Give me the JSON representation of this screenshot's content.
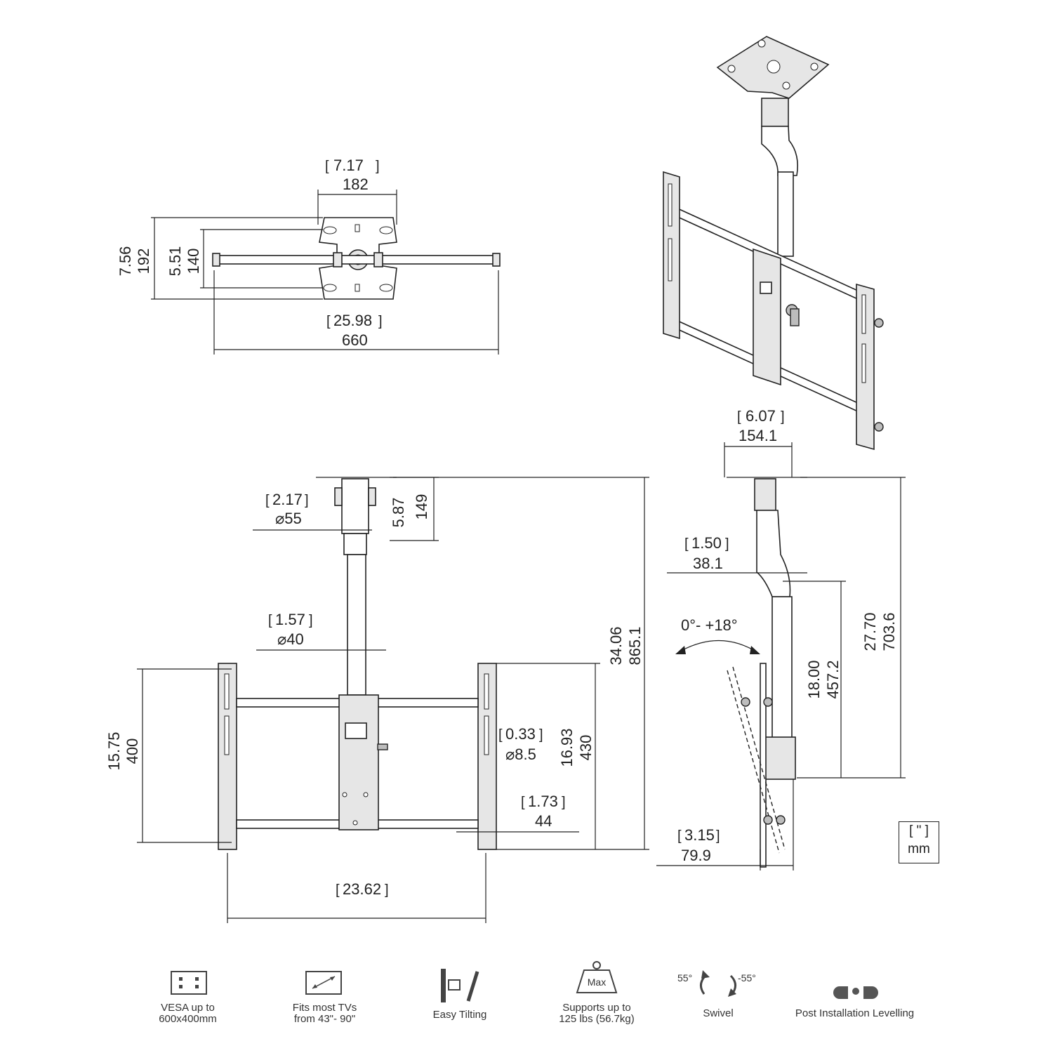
{
  "top_view": {
    "width_in": "7.17",
    "width_mm": "182",
    "height_in": "7.56",
    "height_mm": "192",
    "inner_in": "5.51",
    "inner_mm": "140",
    "rail_in": "25.98",
    "rail_mm": "660"
  },
  "front_view": {
    "pipe_top_in": "2.17",
    "pipe_top_mm": "⌀55",
    "drop_in": "5.87",
    "drop_mm": "149",
    "pipe_in": "1.57",
    "pipe_mm": "⌀40",
    "total_in": "34.06",
    "total_mm": "865.1",
    "vesa_h_in": "15.75",
    "vesa_h_mm": "400",
    "hole_in": "0.33",
    "hole_mm": "⌀8.5",
    "bracket_in": "16.93",
    "bracket_mm": "430",
    "depth_in": "1.73",
    "depth_mm": "44",
    "rail_in": "23.62"
  },
  "side_view": {
    "plate_in": "6.07",
    "plate_mm": "154.1",
    "offset_in": "1.50",
    "offset_mm": "38.1",
    "tilt": "0°- +18°",
    "arm_in": "18.00",
    "arm_mm": "457.2",
    "total_in": "27.70",
    "total_mm": "703.6",
    "base_in": "3.15",
    "base_mm": "79.9"
  },
  "units": {
    "top": "[ \" ]",
    "bottom": "mm"
  },
  "features": [
    {
      "icon": "vesa-icon",
      "line1": "VESA up to",
      "line2": "600x400mm"
    },
    {
      "icon": "tv-size-icon",
      "line1": "Fits most TVs",
      "line2": "from 43\"- 90\""
    },
    {
      "icon": "tilt-icon",
      "line1": "Easy Tilting",
      "line2": ""
    },
    {
      "icon": "weight-icon",
      "line1": "Supports up to",
      "line2": "125 lbs (56.7kg)",
      "badge": "Max"
    },
    {
      "icon": "swivel-icon",
      "line1": "Swivel",
      "line2": "",
      "left": "55°",
      "right": "-55°"
    },
    {
      "icon": "level-icon",
      "line1": "Post Installation Levelling",
      "line2": ""
    }
  ]
}
